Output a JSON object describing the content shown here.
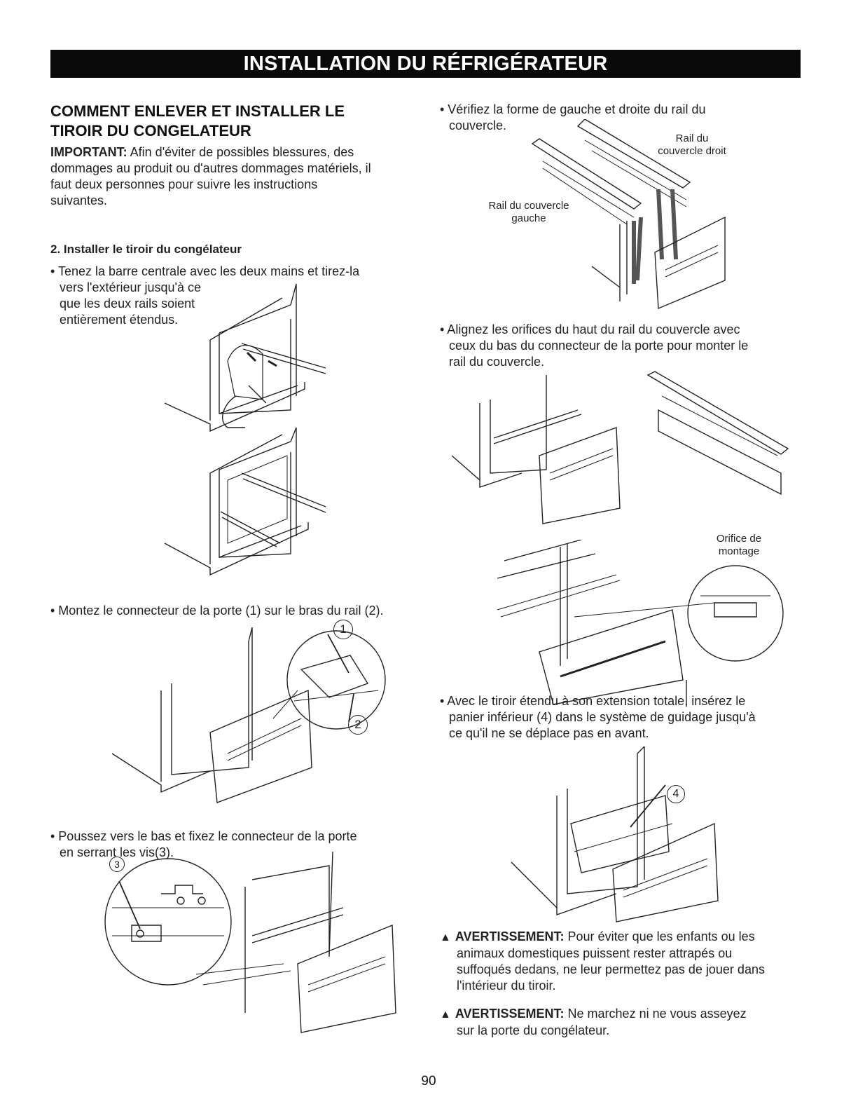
{
  "banner": "INSTALLATION DU RÉFRIGÉRATEUR",
  "section_title_l1": "COMMENT ENLEVER ET INSTALLER LE",
  "section_title_l2": "TIROIR DU CONGELATEUR",
  "important": {
    "label": "IMPORTANT:",
    "lines": [
      " Afin d'éviter de possibles blessures, des",
      "dommages au produit ou d'autres dommages matériels, il",
      "faut deux personnes pour suivre les instructions",
      "suivantes."
    ]
  },
  "step_title": "2. Installer le tiroir du congélateur",
  "left_steps": {
    "s1": [
      "• Tenez la barre centrale avec les deux mains et tirez-la",
      "vers l'extérieur jusqu'à ce",
      "que les deux rails soient",
      "entièrement étendus."
    ],
    "s2": [
      "• Montez le connecteur de la porte (1) sur le bras du rail (2)."
    ],
    "s3": [
      "• Poussez vers le bas et fixez le connecteur de la porte",
      "en serrant les vis(3)."
    ]
  },
  "right_steps": {
    "s1": [
      "• Vérifiez la forme de gauche et droite du rail du",
      "couvercle."
    ],
    "s2": [
      "• Alignez les orifices du haut du rail du couvercle avec",
      "ceux du bas du connecteur de la porte pour monter le",
      "rail du couvercle."
    ],
    "s3": [
      "• Avec le tiroir étendu à son extension totale, insérez le",
      "panier inférieur (4) dans le système de guidage jusqu'à",
      "ce qu'il ne se déplace pas en avant."
    ]
  },
  "labels": {
    "rail_droit": [
      "Rail du",
      "couvercle droit"
    ],
    "rail_gauche": [
      "Rail du couvercle",
      "gauche"
    ],
    "orifice": [
      "Orifice de",
      "montage"
    ],
    "n1": "1",
    "n2": "2",
    "n3": "3",
    "n4": "4"
  },
  "warnings": [
    {
      "label": "AVERTISSEMENT:",
      "lines": [
        " Pour éviter que les enfants ou les",
        "animaux domestiques puissent rester attrapés ou",
        "suffoqués dedans, ne leur permettez pas de jouer dans",
        "l'intérieur du tiroir."
      ]
    },
    {
      "label": "AVERTISSEMENT:",
      "lines": [
        " Ne marchez ni ne vous asseyez",
        "sur la porte du congélateur."
      ]
    }
  ],
  "warning_icon": "warning-triangle-icon",
  "page_number": "90"
}
